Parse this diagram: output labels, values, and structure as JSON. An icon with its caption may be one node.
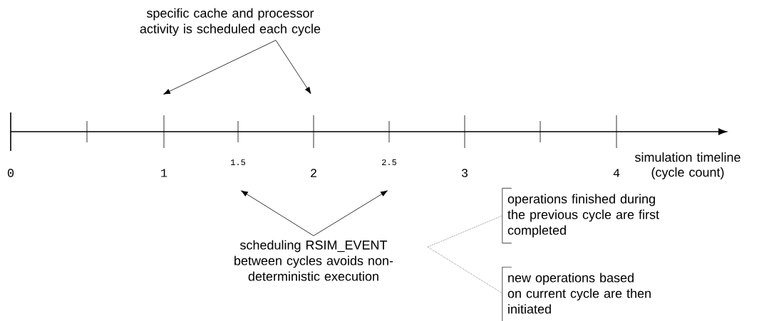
{
  "diagram": {
    "nodes": [
      {
        "text": [
          "specific cache and processor activity is scheduled each cycle"
        ]
      },
      {
        "text": [
          "scheduling RSIM_EVENT between cycles avoids non-deterministic execution"
        ]
      },
      {
        "text": [
          "operations finished during the previous cycle are first completed"
        ]
      },
      {
        "text": [
          "new operations based on current cycle are then initiated"
        ]
      }
    ],
    "edges": [
      {
        "from": 0,
        "to": null,
        "arrow": "to"
      },
      {
        "from": 0,
        "to": null,
        "arrow": "to"
      },
      {
        "from": 1,
        "to": null,
        "arrow": "to"
      },
      {
        "from": 1,
        "to": null,
        "arrow": "to"
      },
      {
        "from": 1,
        "to": 2,
        "arrow": "none",
        "style": "dashed"
      },
      {
        "from": 1,
        "to": 3,
        "arrow": "none",
        "style": "dashed"
      }
    ],
    "labels": [
      "0",
      "1",
      "1.5",
      "2",
      "2.5",
      "3",
      "4",
      "simulation timeline (cycle count)"
    ]
  }
}
